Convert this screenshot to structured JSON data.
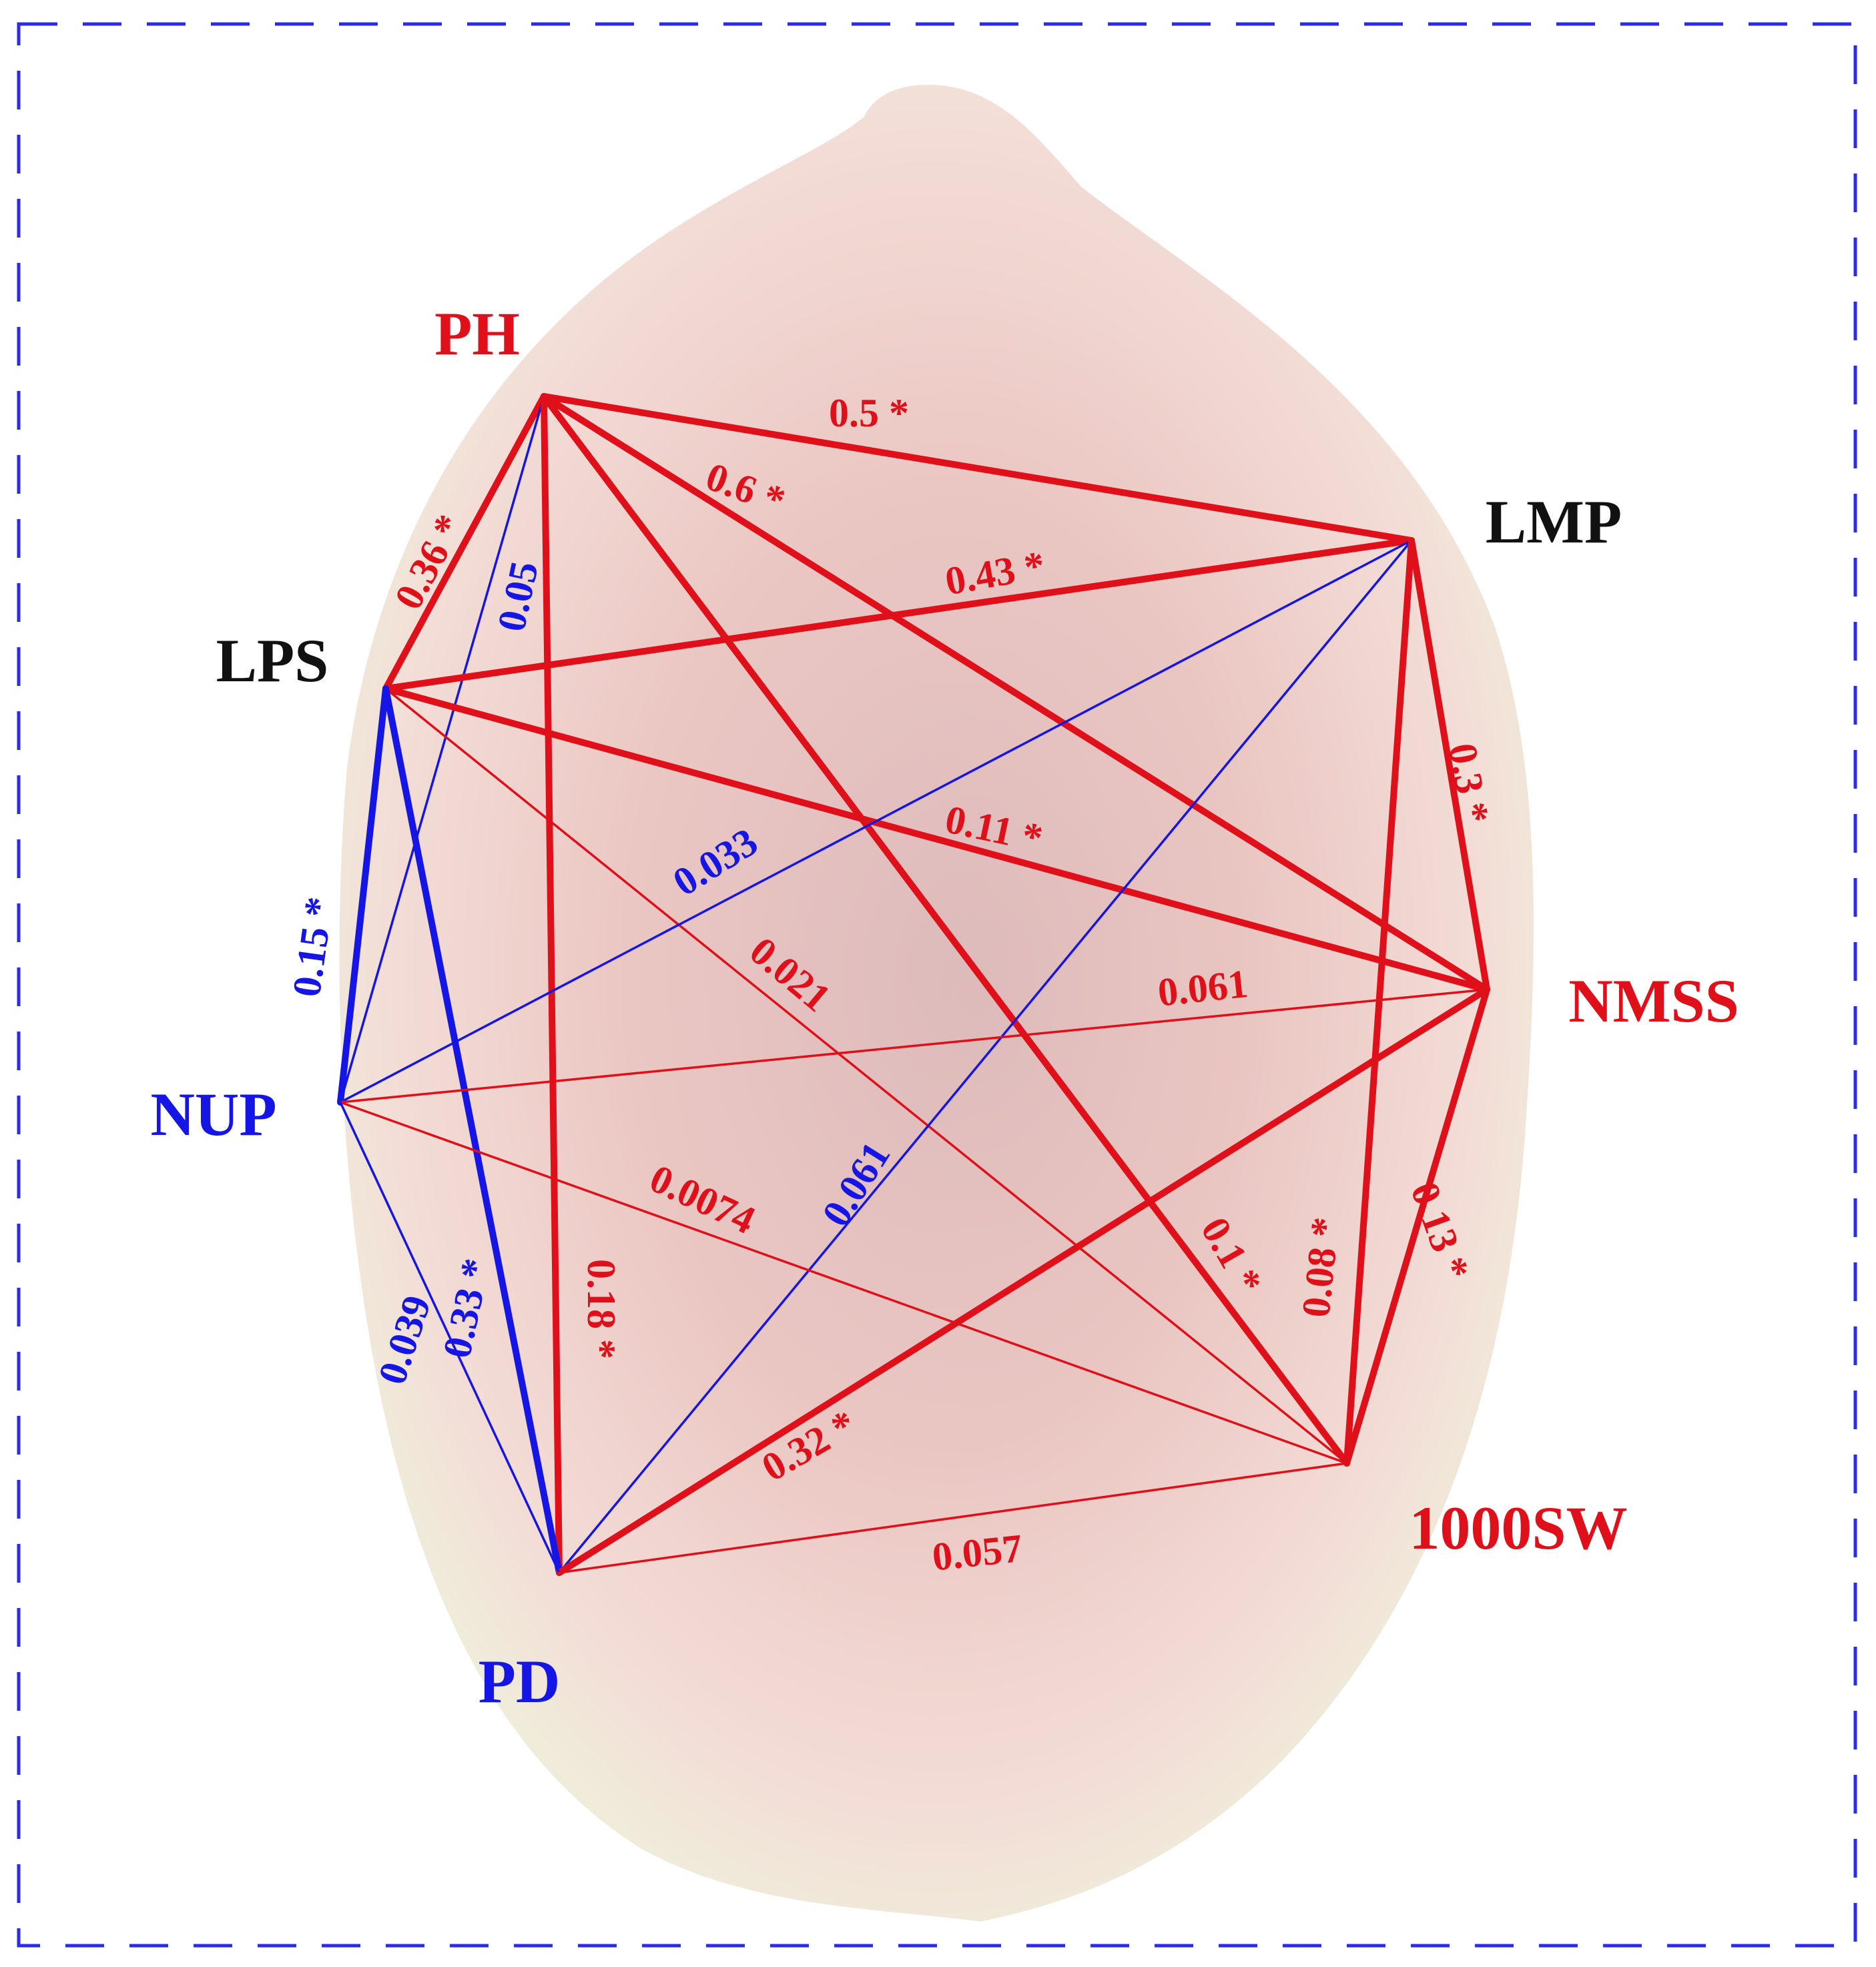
{
  "colors": {
    "positive": "#e0101a",
    "negative": "#1515e6",
    "neutral": "#111111",
    "frame": "#2a2af0"
  },
  "nodes": [
    {
      "id": "PH",
      "label": "PH",
      "color": "#e0101a"
    },
    {
      "id": "LMP",
      "label": "LMP",
      "color": "#111111"
    },
    {
      "id": "LPS",
      "label": "LPS",
      "color": "#111111"
    },
    {
      "id": "NMSS",
      "label": "NMSS",
      "color": "#e0101a"
    },
    {
      "id": "NUP",
      "label": "NUP",
      "color": "#1515e6"
    },
    {
      "id": "1000SW",
      "label": "1000SW",
      "color": "#e0101a"
    },
    {
      "id": "PD",
      "label": "PD",
      "color": "#1515e6"
    }
  ],
  "edges": [
    {
      "from": "PH",
      "to": "LMP",
      "value": "0.5",
      "sig": true,
      "sign": "positive"
    },
    {
      "from": "PH",
      "to": "NMSS",
      "value": "0.6",
      "sig": true,
      "sign": "positive"
    },
    {
      "from": "PH",
      "to": "LPS",
      "value": "0.36",
      "sig": true,
      "sign": "positive"
    },
    {
      "from": "PH",
      "to": "NUP",
      "value": "0.05",
      "sig": false,
      "sign": "negative"
    },
    {
      "from": "PH",
      "to": "PD",
      "value": "0.18",
      "sig": true,
      "sign": "positive"
    },
    {
      "from": "PH",
      "to": "1000SW",
      "value": "0.1",
      "sig": true,
      "sign": "positive"
    },
    {
      "from": "LPS",
      "to": "LMP",
      "value": "0.43",
      "sig": true,
      "sign": "positive"
    },
    {
      "from": "LPS",
      "to": "NMSS",
      "value": "0.11",
      "sig": true,
      "sign": "positive"
    },
    {
      "from": "LPS",
      "to": "1000SW",
      "value": "0.021",
      "sig": false,
      "sign": "positive"
    },
    {
      "from": "LPS",
      "to": "NUP",
      "value": "0.15",
      "sig": true,
      "sign": "negative"
    },
    {
      "from": "LPS",
      "to": "PD",
      "value": "0.33",
      "sig": true,
      "sign": "negative"
    },
    {
      "from": "LMP",
      "to": "NUP",
      "value": "0.033",
      "sig": false,
      "sign": "negative"
    },
    {
      "from": "LMP",
      "to": "PD",
      "value": "0.061",
      "sig": false,
      "sign": "negative"
    },
    {
      "from": "LMP",
      "to": "NMSS",
      "value": "0.3",
      "sig": true,
      "sign": "positive"
    },
    {
      "from": "LMP",
      "to": "1000SW",
      "value": "0.08",
      "sig": true,
      "sign": "positive"
    },
    {
      "from": "NMSS",
      "to": "NUP",
      "value": "0.061",
      "sig": false,
      "sign": "positive"
    },
    {
      "from": "NMSS",
      "to": "1000SW",
      "value": "0.13",
      "sig": true,
      "sign": "positive"
    },
    {
      "from": "NMSS",
      "to": "PD",
      "value": "0.32",
      "sig": true,
      "sign": "positive"
    },
    {
      "from": "NUP",
      "to": "1000SW",
      "value": "0.0074",
      "sig": false,
      "sign": "positive"
    },
    {
      "from": "NUP",
      "to": "PD",
      "value": "0.039",
      "sig": false,
      "sign": "negative"
    },
    {
      "from": "PD",
      "to": "1000SW",
      "value": "0.057",
      "sig": false,
      "sign": "positive"
    }
  ]
}
